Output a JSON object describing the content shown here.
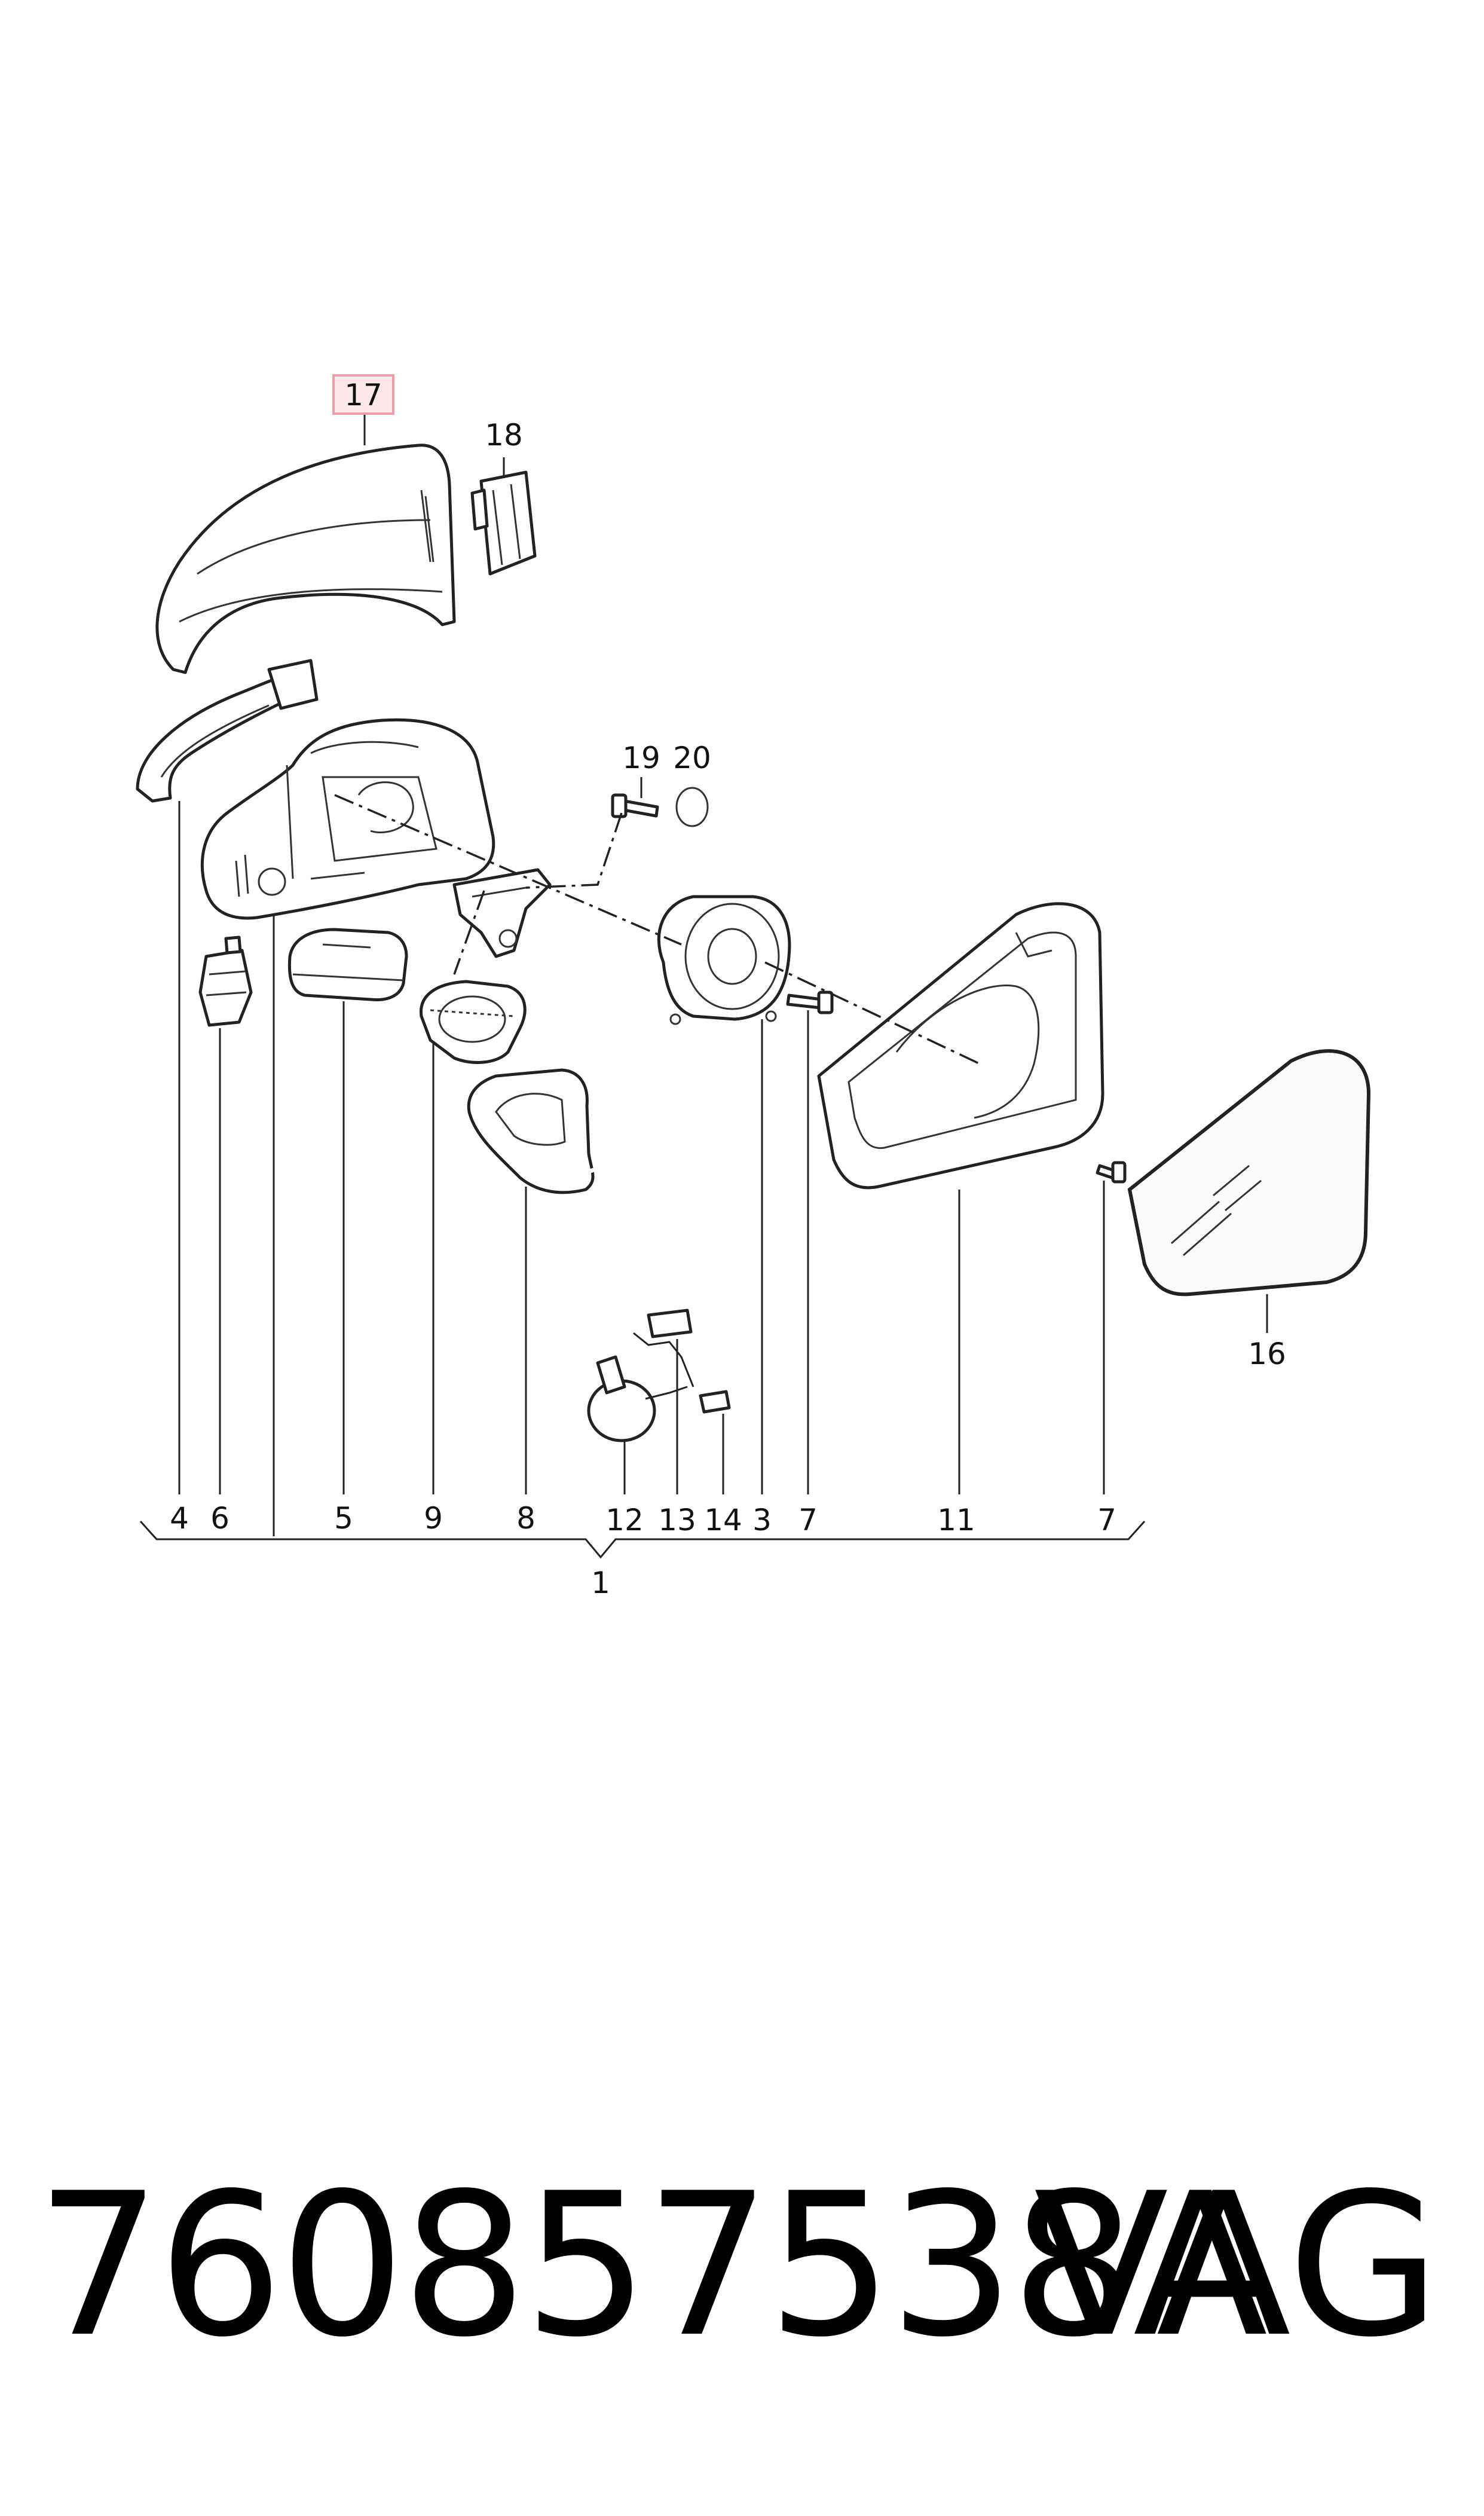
{
  "diagram": {
    "callouts": {
      "c1": "1",
      "c3": "3",
      "c4": "4",
      "c5": "5",
      "c6": "6",
      "c7a": "7",
      "c7b": "7",
      "c8": "8",
      "c9": "9",
      "c11": "11",
      "c12": "12",
      "c13": "13",
      "c14": "14",
      "c16": "16",
      "c17": "17",
      "c18": "18",
      "c19": "19",
      "c20": "20"
    },
    "highlighted_callout": "17",
    "highlight_color": "#e8a0a8",
    "highlight_fill": "#fde8ea"
  },
  "footer": {
    "part_number": "760857538A",
    "brand": "VAG"
  }
}
